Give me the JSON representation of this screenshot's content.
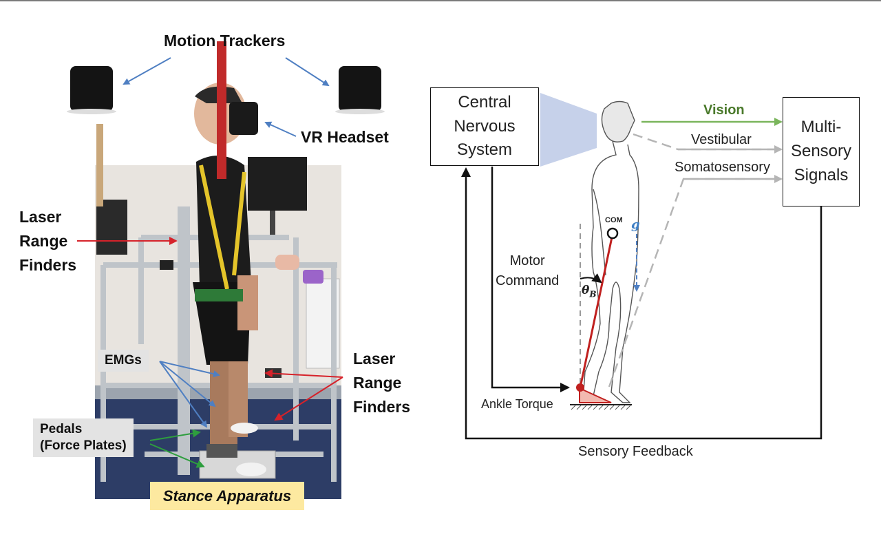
{
  "left_panel": {
    "title_motion_trackers": "Motion Trackers",
    "vr_headset": "VR Headset",
    "laser_left": [
      "Laser",
      "Range",
      "Finders"
    ],
    "laser_right": [
      "Laser",
      "Range",
      "Finders"
    ],
    "emgs": "EMGs",
    "pedals": [
      "Pedals",
      "(Force Plates)"
    ],
    "stance": "Stance Apparatus"
  },
  "right_panel": {
    "cns": [
      "Central",
      "Nervous",
      "System"
    ],
    "multi": [
      "Multi-",
      "Sensory",
      "Signals"
    ],
    "vision": "Vision",
    "vestibular": "Vestibular",
    "somatosensory": "Somatosensory",
    "com": "COM",
    "g": "g",
    "theta": "θ",
    "theta_sub": "B",
    "motor_command": [
      "Motor",
      "Command"
    ],
    "ankle_torque": "Ankle Torque",
    "sensory_feedback": "Sensory Feedback"
  },
  "colors": {
    "vision_green": "#7ab55c",
    "arrow_blue": "#4f7fc2",
    "arrow_red": "#d6222a",
    "arrow_green": "#2e9e3e",
    "gray_arrow": "#b5b5b5",
    "stance_bg": "#fde9a0",
    "body_red": "#c0201f"
  }
}
